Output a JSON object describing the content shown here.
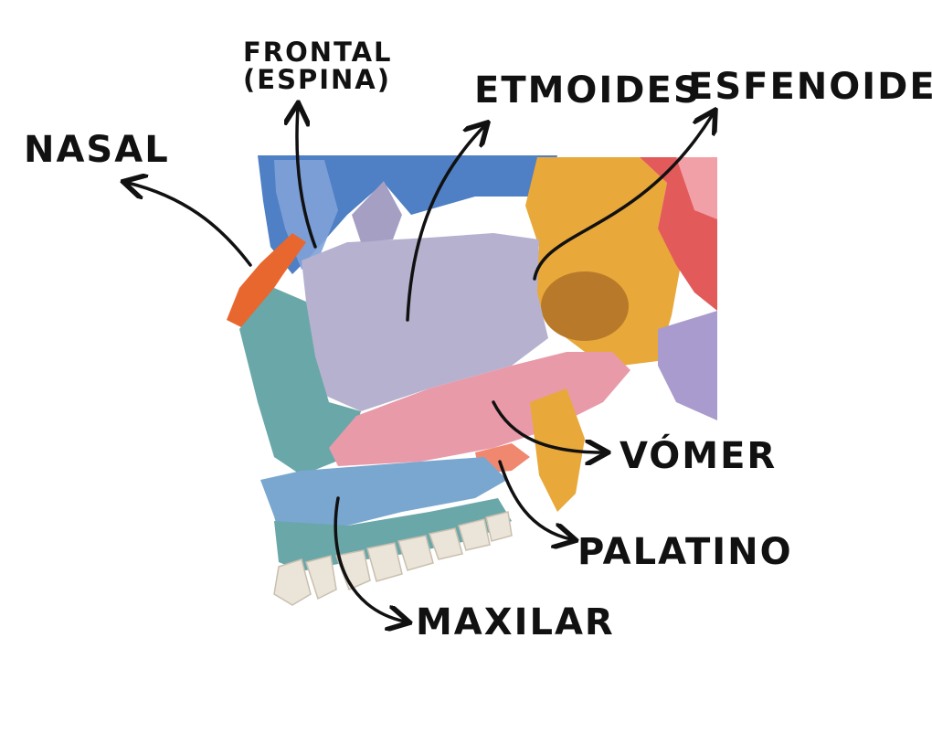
{
  "labels": {
    "nasal": "NASAL",
    "frontal_line1": "FRONTAL",
    "frontal_line2": "(ESPINA)",
    "etmoides": "ETMOIDES",
    "esfenoides": "ESFENOIDES",
    "vomer": "VÓMER",
    "palatino": "PALATINO",
    "maxilar": "MAXILAR"
  },
  "colors": {
    "frontal": "#4f7fc4",
    "nasal": "#e8672e",
    "etmoides": "#b6b1cf",
    "esfenoides": "#e8a83a",
    "vomer": "#e99aa9",
    "palatino": "#f08870",
    "maxilar": "#6aa7a9",
    "maxilar_palate": "#7aa7cf",
    "teeth": "#ebe4d8",
    "arrow": "#111111"
  }
}
